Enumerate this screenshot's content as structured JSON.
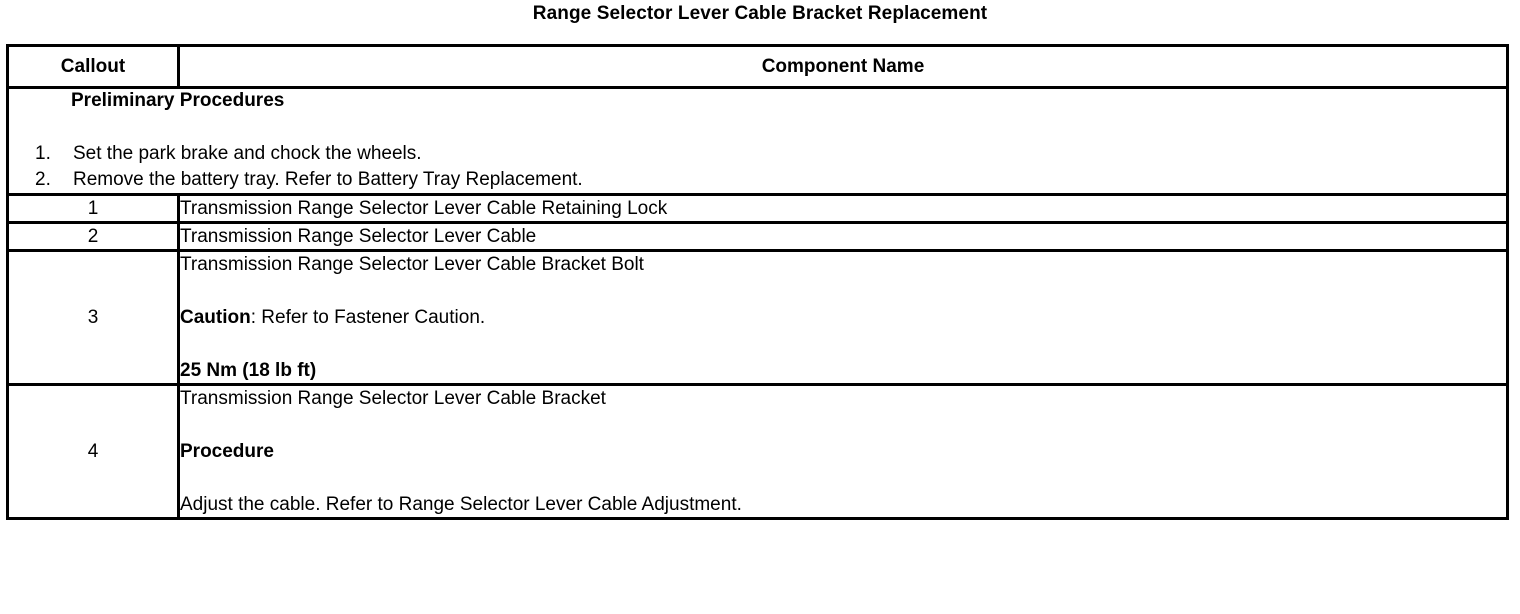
{
  "document": {
    "title": "Range Selector Lever Cable Bracket Replacement"
  },
  "table": {
    "headers": {
      "callout": "Callout",
      "component_name": "Component Name"
    },
    "preliminary": {
      "heading": "Preliminary Procedures",
      "steps": [
        {
          "number": "1.",
          "text": "Set the park brake and chock the wheels."
        },
        {
          "number": "2.",
          "text": "Remove the battery tray. Refer to Battery Tray Replacement."
        }
      ]
    },
    "rows": [
      {
        "callout": "1",
        "name": "Transmission Range Selector Lever Cable Retaining Lock"
      },
      {
        "callout": "2",
        "name": "Transmission Range Selector Lever Cable"
      },
      {
        "callout": "3",
        "name": "Transmission Range Selector Lever Cable Bracket Bolt",
        "caution_label": "Caution",
        "caution_text": ": Refer to Fastener Caution.",
        "torque": "25 Nm (18 lb ft)"
      },
      {
        "callout": "4",
        "name": "Transmission Range Selector Lever Cable Bracket",
        "procedure_label": "Procedure",
        "procedure_text": "Adjust the cable. Refer to Range Selector Lever Cable Adjustment."
      }
    ]
  },
  "colors": {
    "page_background": "#ffffff",
    "text": "#000000",
    "border": "#000000"
  }
}
